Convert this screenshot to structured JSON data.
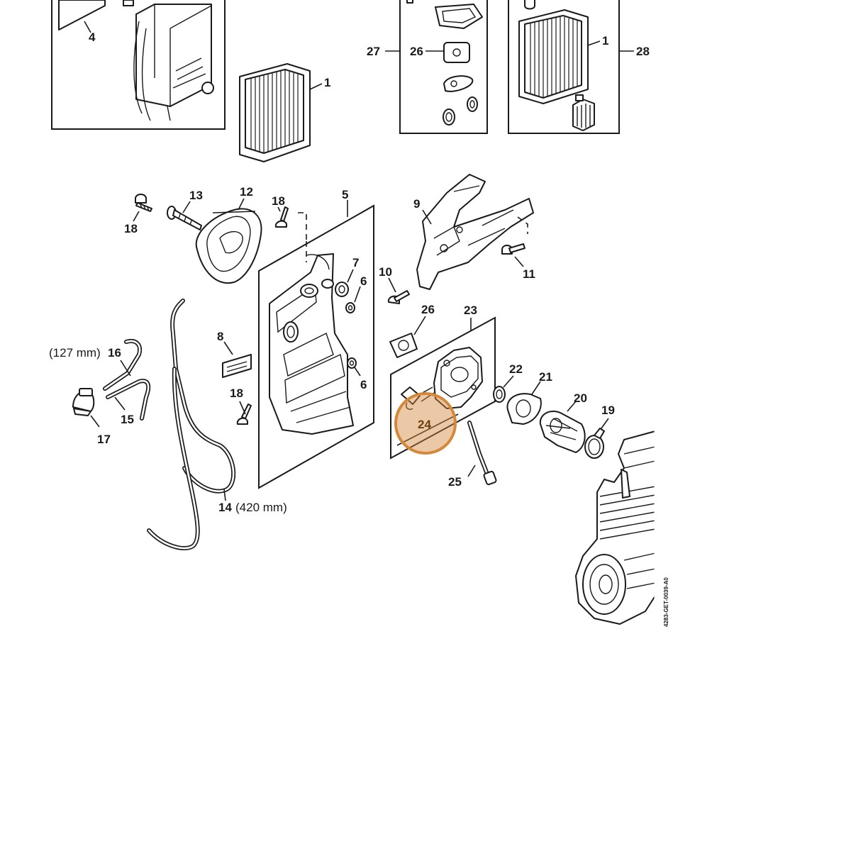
{
  "diagram": {
    "drawing_code": "4283-GET-0039-A0",
    "highlight": {
      "label": "24",
      "color": "#d4883a"
    },
    "callouts": {
      "c1_top": "1",
      "c1_right": "1",
      "c4": "4",
      "c27": "27",
      "c26_top": "26",
      "c28": "28",
      "c13": "13",
      "c12": "12",
      "c18_a": "18",
      "c18_b": "18",
      "c18_c": "18",
      "c5": "5",
      "c7": "7",
      "c6_a": "6",
      "c6_b": "6",
      "c8": "8",
      "c9": "9",
      "c11": "11",
      "c10": "10",
      "c26": "26",
      "c23": "23",
      "c22": "22",
      "c21": "21",
      "c20": "20",
      "c19": "19",
      "c25": "25",
      "c16": "16",
      "c15": "15",
      "c17": "17",
      "c14": "14"
    },
    "notes": {
      "hose16_length": "(127 mm)",
      "hose14_length": "(420 mm)"
    }
  }
}
